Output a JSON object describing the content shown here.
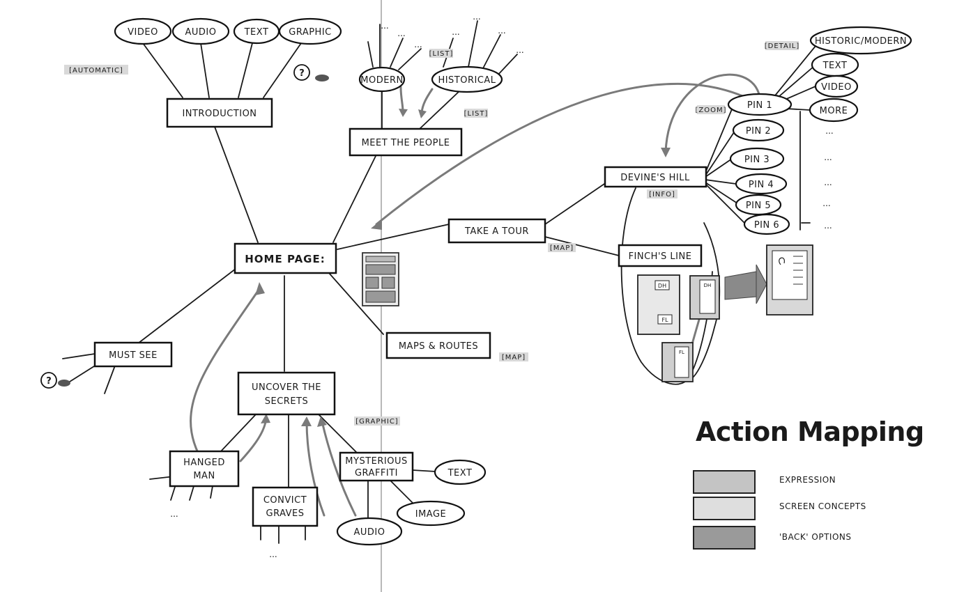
{
  "title": "Action Mapping",
  "nodes": {
    "homepage": "HOME PAGE:",
    "introduction": "INTRODUCTION",
    "meet_people": "MEET THE PEOPLE",
    "take_tour": "TAKE A TOUR",
    "maps_routes": "MAPS & ROUTES",
    "must_see": "MUST SEE",
    "uncover": [
      "UNCOVER THE",
      "SECRETS"
    ],
    "hanged": [
      "HANGED",
      "MAN"
    ],
    "convict": [
      "CONVICT",
      "GRAVES"
    ],
    "graffiti": [
      "MYSTERIOUS",
      "GRAFFITI"
    ],
    "devines_hill": "DEVINE'S HILL",
    "finchs_line": "FINCH'S LINE"
  },
  "ovals": {
    "video": "VIDEO",
    "audio": "AUDIO",
    "text": "TEXT",
    "graphic": "GRAPHIC",
    "modern": "MODERN",
    "historical": "HISTORICAL",
    "historic_modern": "HISTORIC/MODERN",
    "pin_text": "TEXT",
    "pin_video": "VIDEO",
    "more": "MORE",
    "pin1": "PIN 1",
    "pin2": "PIN 2",
    "pin3": "PIN 3",
    "pin4": "PIN 4",
    "pin5": "PIN 5",
    "pin6": "PIN 6",
    "g_text": "TEXT",
    "g_image": "IMAGE",
    "g_audio": "AUDIO"
  },
  "tags": {
    "automatic": "[AUTOMATIC]",
    "list1": "[LIST]",
    "list2": "[LIST]",
    "detail": "[DETAIL]",
    "zoom": "[ZOOM]",
    "info": "[INFO]",
    "map1": "[MAP]",
    "map2": "[MAP]",
    "graphic": "[GRAPHIC]"
  },
  "screens": {
    "dh": "DH",
    "fl": "FL"
  },
  "question": "?",
  "ellipsis": "...",
  "legend": [
    {
      "label": "EXPRESSION",
      "color": "#c4c4c4"
    },
    {
      "label": "SCREEN CONCEPTS",
      "color": "#dedede"
    },
    {
      "label": "'BACK' OPTIONS",
      "color": "#9a9a9a"
    }
  ]
}
